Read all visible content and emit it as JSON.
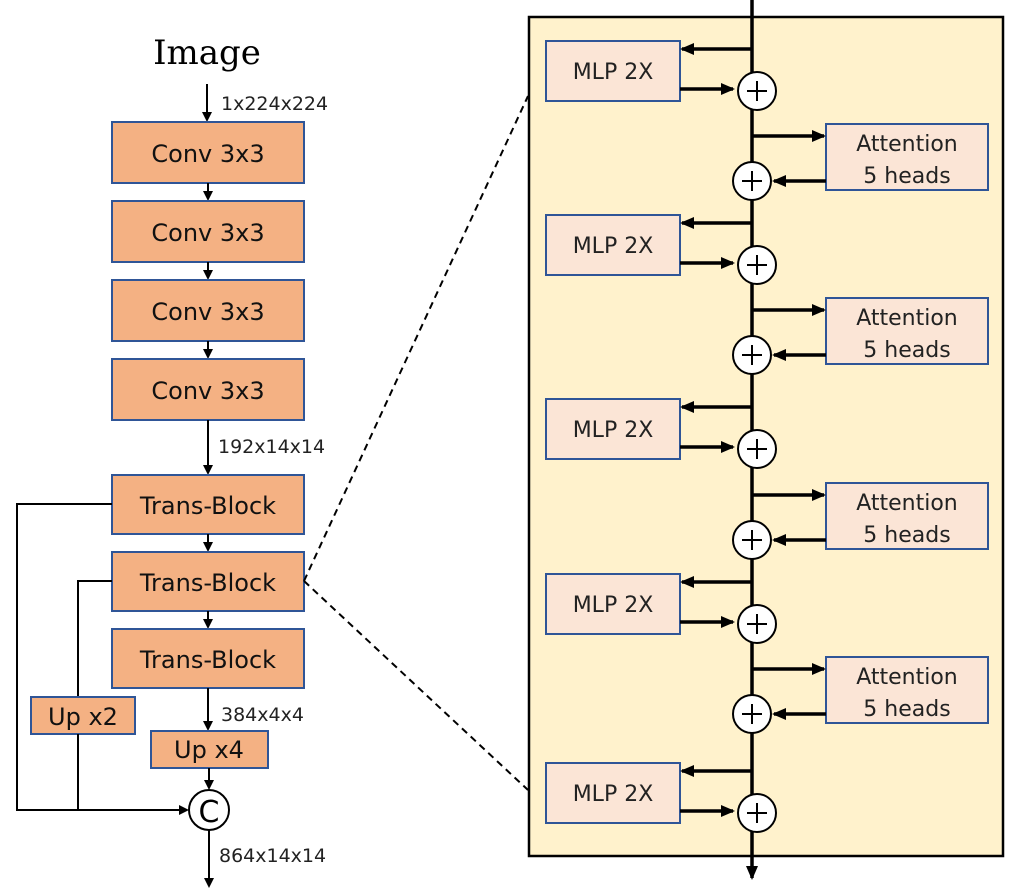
{
  "diagram": {
    "input_label": "Image",
    "dims": {
      "input": "1x224x224",
      "after_conv": "192x14x14",
      "after_trans": "384x4x4",
      "output": "864x14x14"
    },
    "conv_blocks": [
      "Conv 3x3",
      "Conv 3x3",
      "Conv 3x3",
      "Conv 3x3"
    ],
    "trans_blocks": [
      "Trans-Block",
      "Trans-Block",
      "Trans-Block"
    ],
    "upsample": {
      "up2": "Up x2",
      "up4": "Up x4"
    },
    "concat_symbol": "C",
    "detail_panel": {
      "mlp_label": "MLP 2X",
      "attention_line1": "Attention",
      "attention_line2": "5 heads",
      "add_symbol": "+",
      "mlp_count": 5,
      "attention_count": 4
    }
  },
  "colors": {
    "conv_fill": "#F4B183",
    "border": "#2F5597",
    "inner_fill": "#FBE5D6",
    "panel_fill": "#FFF2CC"
  }
}
